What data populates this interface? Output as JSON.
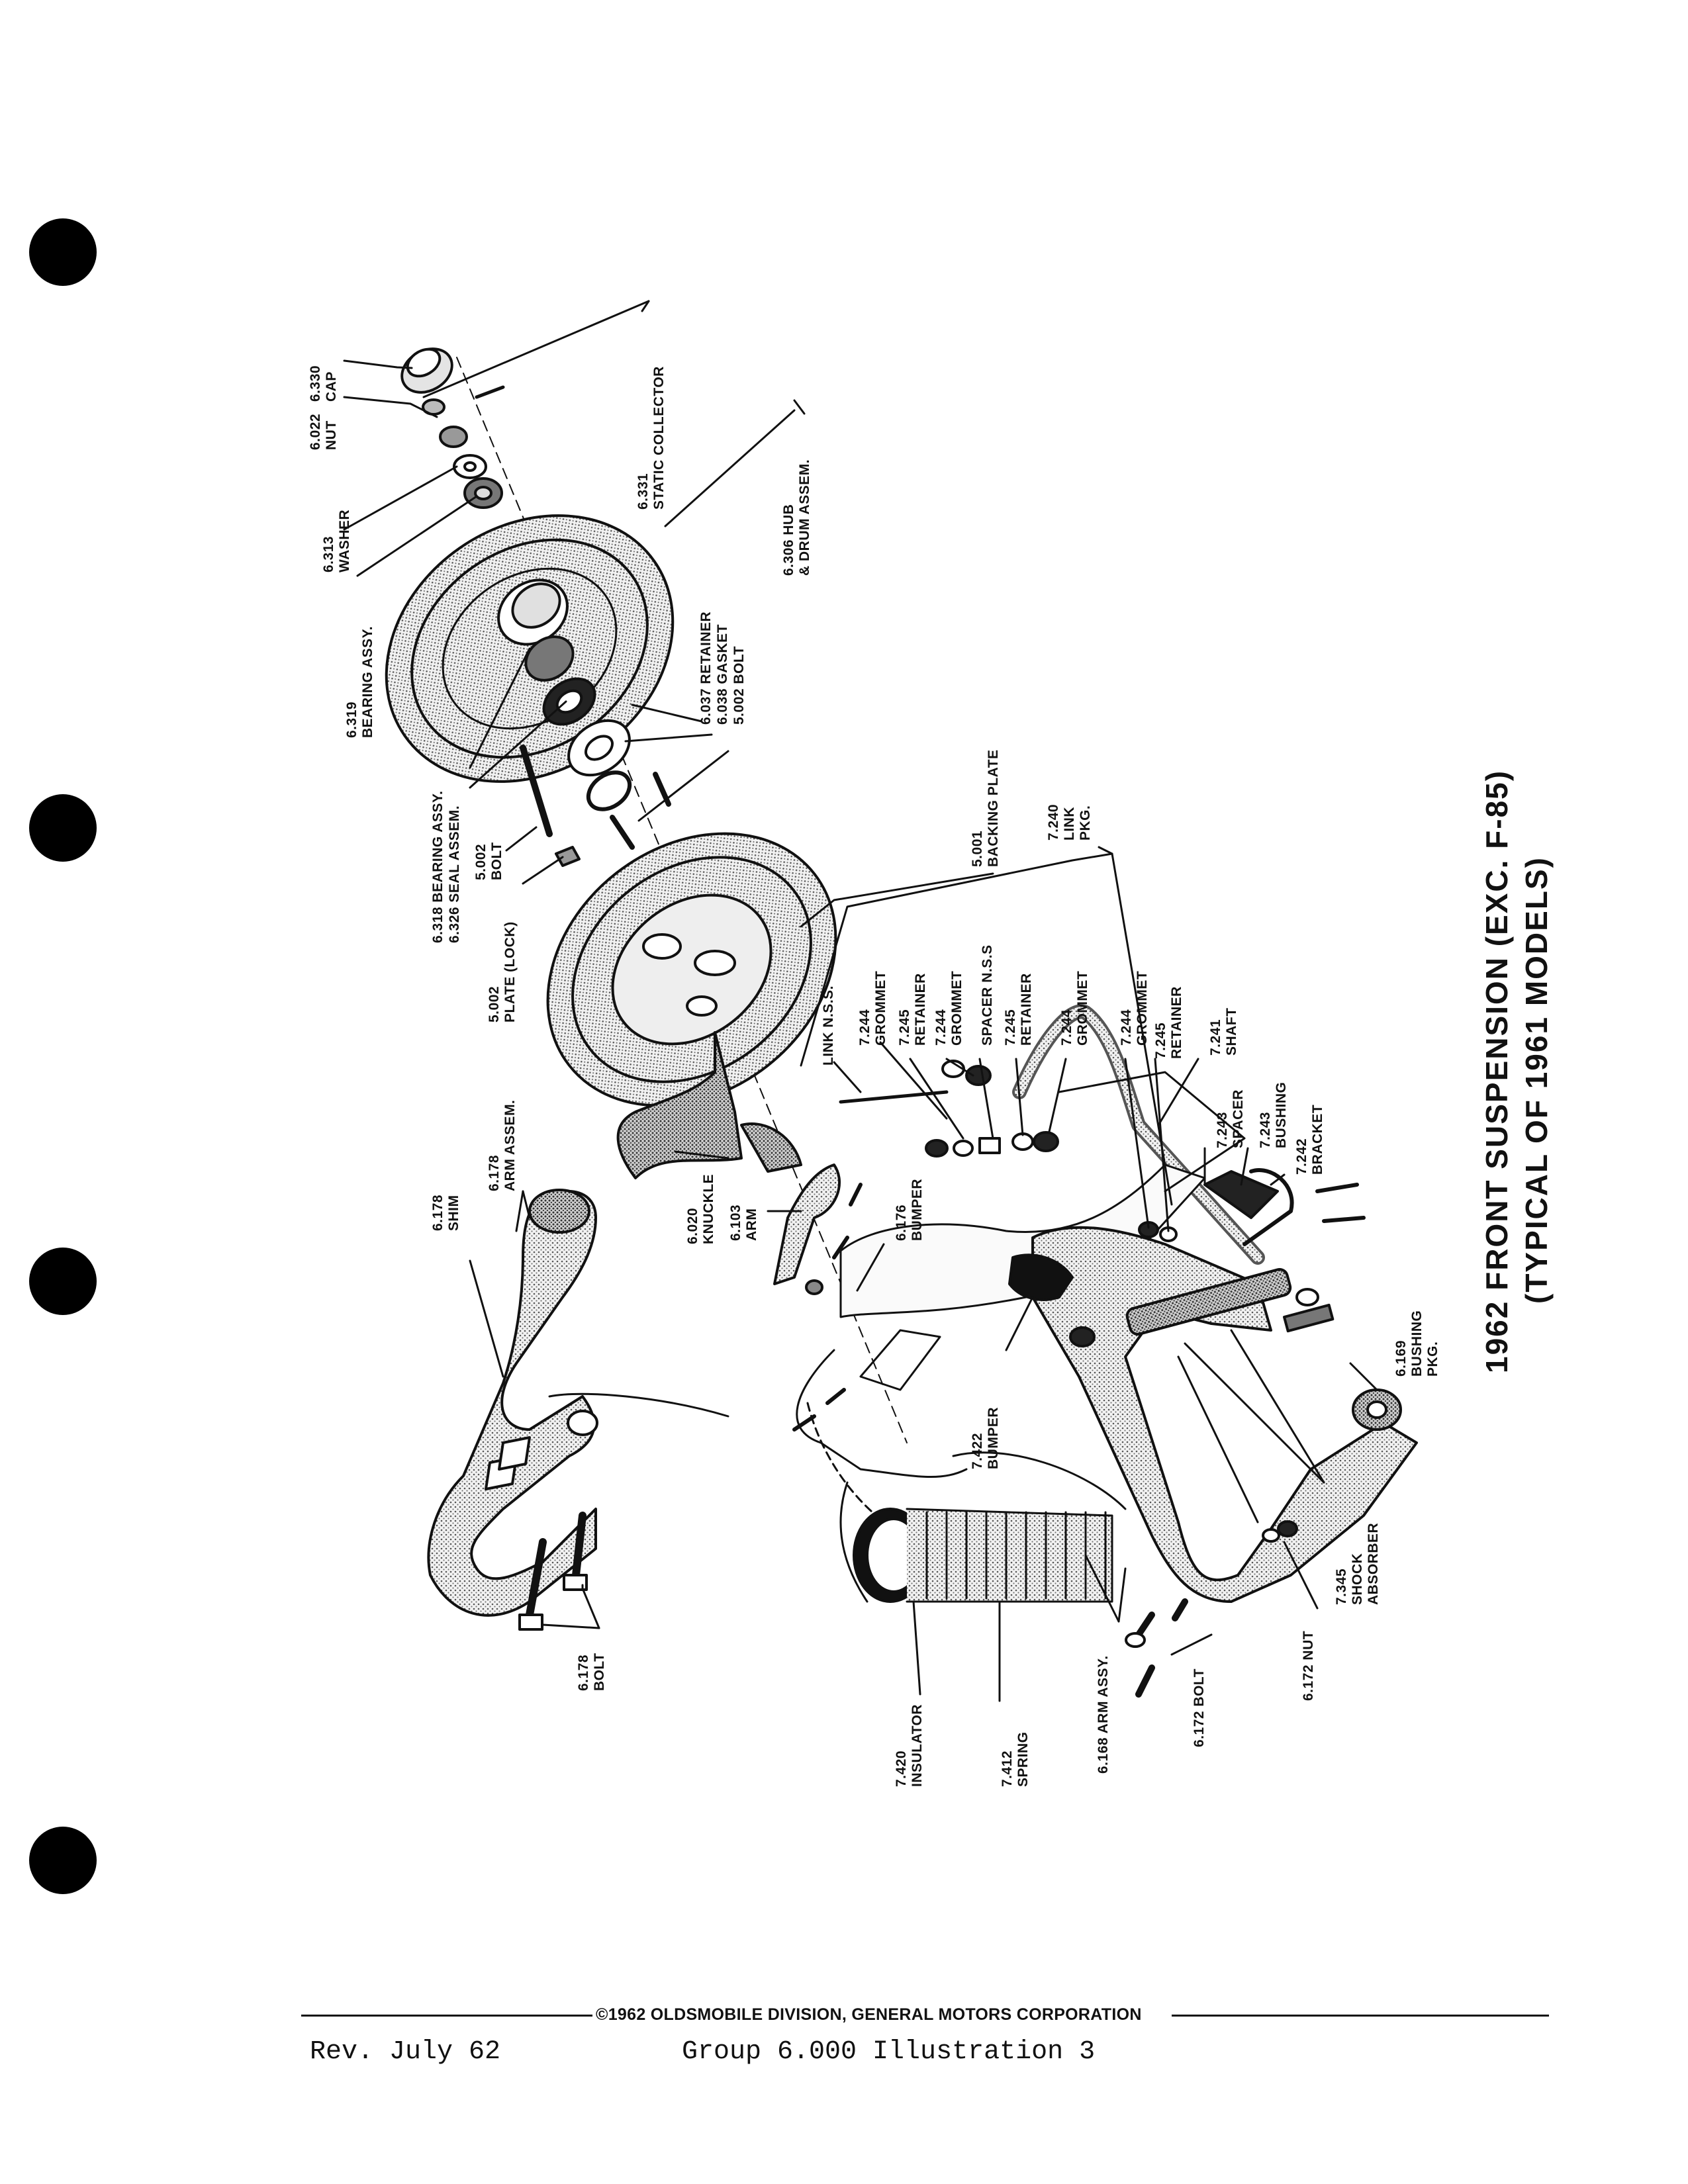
{
  "title": {
    "line1": "1962 FRONT SUSPENSION (EXC. F-85)",
    "line2": "(TYPICAL OF 1961 MODELS)"
  },
  "callouts": [
    {
      "num": "6.330",
      "name": "CAP"
    },
    {
      "num": "6.022",
      "name": "NUT"
    },
    {
      "num": "6.313",
      "name": "WASHER"
    },
    {
      "num": "6.319",
      "name": "BEARING ASSY."
    },
    {
      "num": "6.331",
      "name": "STATIC COLLECTOR"
    },
    {
      "num": "6.306 HUB",
      "name": "& DRUM ASSEM."
    },
    {
      "num": "6.037",
      "name": "RETAINER"
    },
    {
      "num": "6.038",
      "name": "GASKET"
    },
    {
      "num": "5.002",
      "name": "BOLT"
    },
    {
      "num": "6.318",
      "name": "BEARING ASSY."
    },
    {
      "num": "6.326",
      "name": "SEAL ASSEM."
    },
    {
      "num": "5.002",
      "name": "BOLT"
    },
    {
      "num": "5.002",
      "name": "PLATE (LOCK)"
    },
    {
      "num": "5.001",
      "name": "BACKING PLATE"
    },
    {
      "num": "7.240",
      "name": "LINK"
    },
    {
      "num": "",
      "name": "PKG."
    },
    {
      "num": "",
      "name": "LINK N.S.S."
    },
    {
      "num": "7.244",
      "name": "GROMMET"
    },
    {
      "num": "7.245",
      "name": "RETAINER"
    },
    {
      "num": "7.244",
      "name": "GROMMET"
    },
    {
      "num": "",
      "name": "SPACER N.S.S"
    },
    {
      "num": "7.245",
      "name": "RETAINER"
    },
    {
      "num": "7.244",
      "name": "GROMMET"
    },
    {
      "num": "7.244",
      "name": "GROMMET"
    },
    {
      "num": "7.245",
      "name": "RETAINER"
    },
    {
      "num": "7.241",
      "name": "SHAFT"
    },
    {
      "num": "7.243",
      "name": "SPACER"
    },
    {
      "num": "7.243",
      "name": "BUSHING"
    },
    {
      "num": "7.242",
      "name": "BRACKET"
    },
    {
      "num": "6.178",
      "name": "SHIM"
    },
    {
      "num": "6.178",
      "name": "ARM ASSEM."
    },
    {
      "num": "6.020",
      "name": "KNUCKLE"
    },
    {
      "num": "6.103",
      "name": "ARM"
    },
    {
      "num": "6.176",
      "name": "BUMPER"
    },
    {
      "num": "6.169",
      "name": "BUSHING"
    },
    {
      "num": "",
      "name": "PKG."
    },
    {
      "num": "7.422",
      "name": "BUMPER"
    },
    {
      "num": "7.345",
      "name": "SHOCK"
    },
    {
      "num": "",
      "name": "ABSORBER"
    },
    {
      "num": "6.178",
      "name": "BOLT"
    },
    {
      "num": "7.420",
      "name": "INSULATOR"
    },
    {
      "num": "7.412",
      "name": "SPRING"
    },
    {
      "num": "6.168",
      "name": "ARM ASSY."
    },
    {
      "num": "6.172",
      "name": "BOLT"
    },
    {
      "num": "6.172",
      "name": "NUT"
    }
  ],
  "footer": {
    "copyright": "©1962 OLDSMOBILE DIVISION, GENERAL MOTORS CORPORATION",
    "revision": "Rev. July 62",
    "group": "Group  6.000  Illustration  3"
  }
}
